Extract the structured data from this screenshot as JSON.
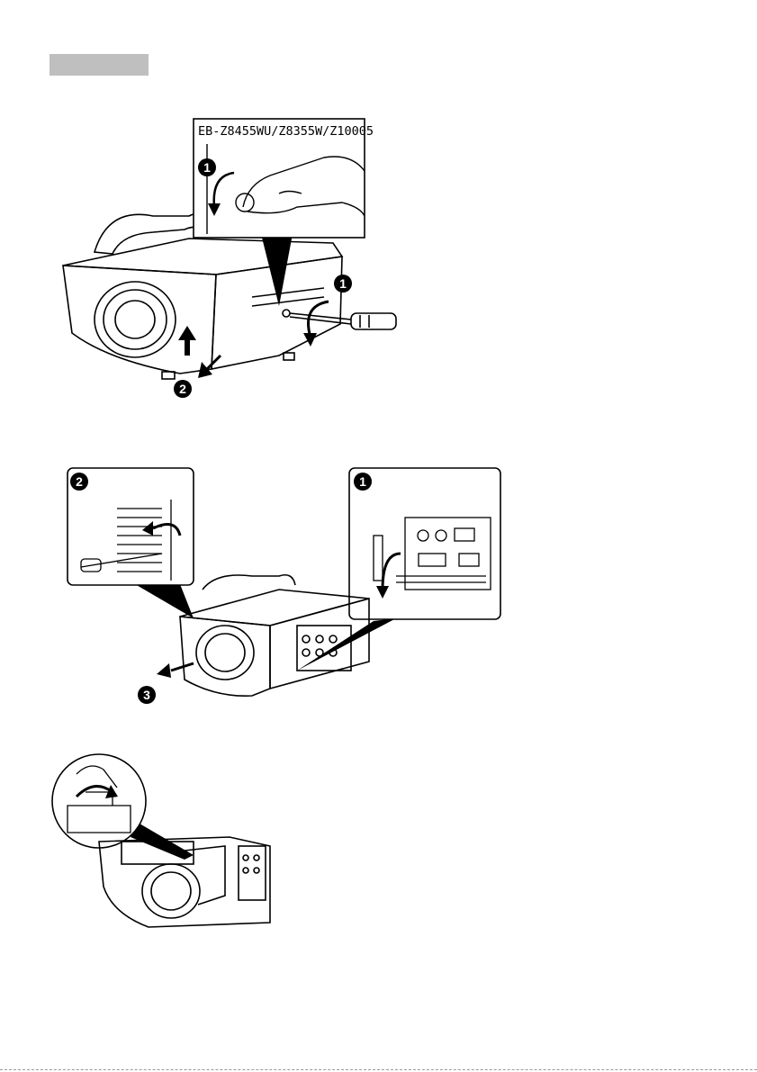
{
  "header": {
    "tab_color": "#bfbfbf"
  },
  "figure1": {
    "callout_model_label": "EB-Z8455WU/Z8355W/Z10005",
    "step_marks": [
      "1",
      "1",
      "2"
    ]
  },
  "figure2": {
    "step_marks": [
      "2",
      "1",
      "3"
    ]
  },
  "figure3": {}
}
